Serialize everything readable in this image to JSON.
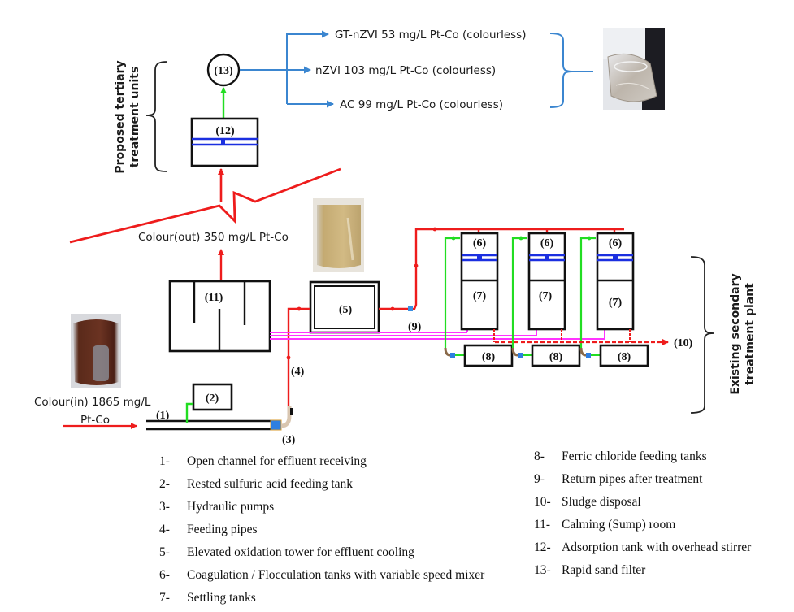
{
  "figure": {
    "tertiary_group_label_line1": "Proposed tertiary",
    "tertiary_group_label_line2": "treatment units",
    "secondary_group_label_line1": "Existing secondary",
    "secondary_group_label_line2": "treatment plant",
    "colour_in_line1": "Colour(in) 1865 mg/L",
    "colour_in_line2": "Pt-Co",
    "colour_out": "Colour(out) 350 mg/L Pt-Co",
    "results": [
      {
        "adsorbent": "GT-nZVI",
        "text": "GT-nZVI 53 mg/L Pt-Co (colourless)",
        "value": 53,
        "unit": "mg/L Pt-Co"
      },
      {
        "adsorbent": "nZVI",
        "text": "nZVI 103 mg/L Pt-Co (colourless)",
        "value": 103,
        "unit": "mg/L Pt-Co"
      },
      {
        "adsorbent": "AC",
        "text": "AC 99 mg/L Pt-Co (colourless)",
        "value": 99,
        "unit": "mg/L Pt-Co"
      }
    ],
    "unit_labels": {
      "u1": "(1)",
      "u2": "(2)",
      "u3": "(3)",
      "u4": "(4)",
      "u5": "(5)",
      "u6": "(6)",
      "u7": "(7)",
      "u8": "(8)",
      "u9": "(9)",
      "u10": "(10)",
      "u11": "(11)",
      "u12": "(12)",
      "u13": "(13)"
    },
    "colors": {
      "effluent_pipe": "#ee1c1c",
      "chemical_feed": "#22dd22",
      "return_pipe": "#ff33ff",
      "result_arrows": "#3b86d0",
      "mixer": "#1b2fe0"
    }
  },
  "legend": {
    "left": [
      {
        "num": "1-",
        "text": "Open channel for effluent receiving"
      },
      {
        "num": "2-",
        "text": "Rested sulfuric acid feeding tank"
      },
      {
        "num": "3-",
        "text": "Hydraulic pumps"
      },
      {
        "num": "4-",
        "text": "Feeding pipes"
      },
      {
        "num": "5-",
        "text": "Elevated oxidation tower for effluent cooling"
      },
      {
        "num": "6-",
        "text": "Coagulation / Flocculation tanks with variable speed mixer"
      },
      {
        "num": "7-",
        "text": "Settling tanks"
      }
    ],
    "right": [
      {
        "num": "8-",
        "text": "Ferric chloride feeding tanks"
      },
      {
        "num": "9-",
        "text": "Return pipes after treatment"
      },
      {
        "num": "10-",
        "text": "Sludge disposal"
      },
      {
        "num": "11-",
        "text": "Calming (Sump) room"
      },
      {
        "num": "12-",
        "text": "Adsorption tank with overhead stirrer"
      },
      {
        "num": "13-",
        "text": "Rapid sand filter"
      }
    ]
  }
}
